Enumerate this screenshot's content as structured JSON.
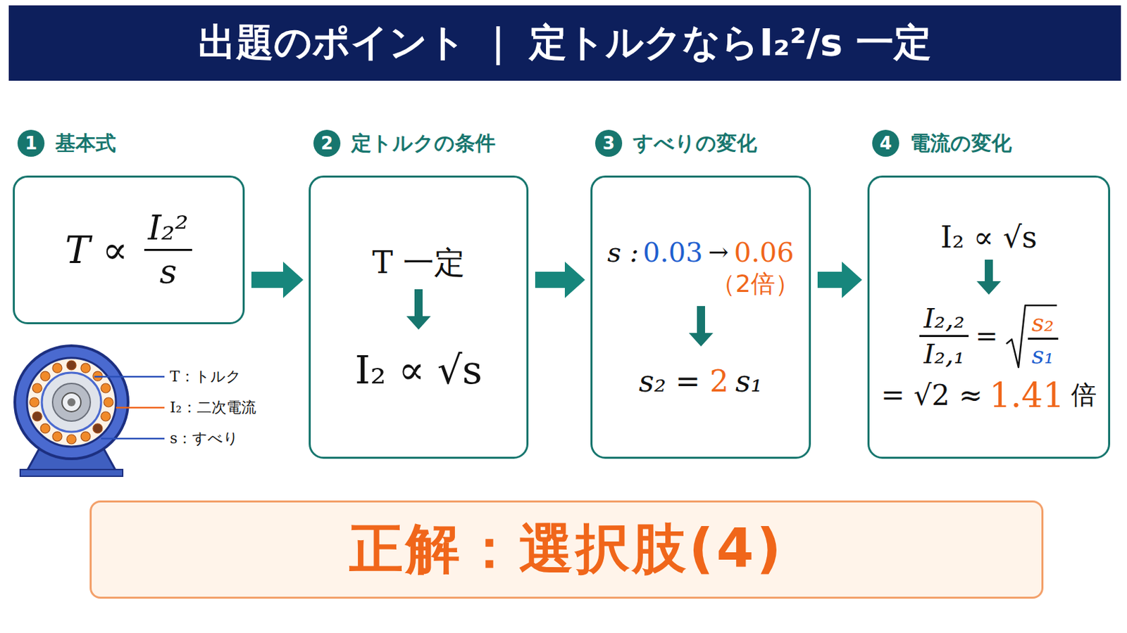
{
  "diagram": {
    "title": "出題のポイント ｜ 定トルクならI₂²/s 一定",
    "nodes": [
      {
        "text": [
          "1",
          "基本式",
          "T ∝",
          "I₂²",
          "s"
        ]
      },
      {
        "text": [
          "2",
          "定トルクの条件",
          "T 一定",
          "I₂ ∝ √s"
        ]
      },
      {
        "text": [
          "3",
          "すべりの変化",
          "s :",
          "0.03",
          "→",
          "0.06",
          "（2倍）",
          "s₂ =",
          "2",
          "s₁"
        ]
      },
      {
        "text": [
          "4",
          "電流の変化",
          "I₂ ∝ √s",
          "I₂,₂",
          "I₂,₁",
          "=",
          "s₂",
          "s₁",
          "= √2 ≈",
          "1.41",
          "倍"
        ]
      },
      {
        "text": [
          "正解：選択肢(4)"
        ]
      }
    ],
    "edges": [
      {
        "from": 0,
        "to": 1,
        "arrow": "to"
      },
      {
        "from": 1,
        "to": 2,
        "arrow": "to"
      },
      {
        "from": 2,
        "to": 3,
        "arrow": "to"
      }
    ],
    "labels": [
      "T：トルク",
      "I₂：二次電流",
      "s：すべり"
    ]
  }
}
